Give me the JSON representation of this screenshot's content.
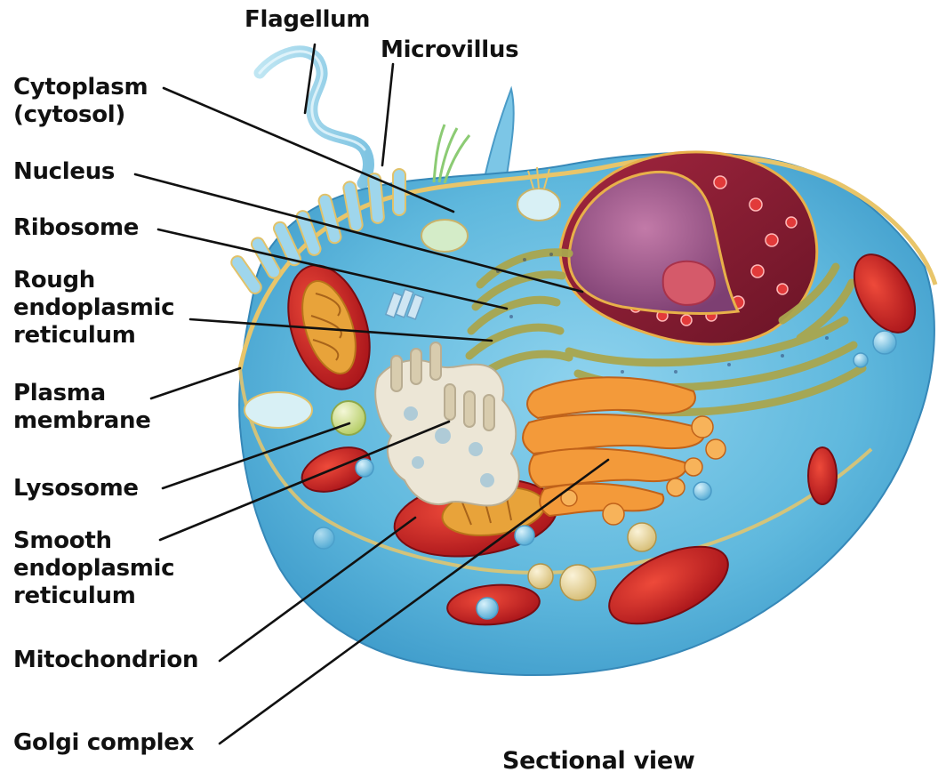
{
  "labels": {
    "flagellum": "Flagellum",
    "microvillus": "Microvillus",
    "cytoplasm": [
      "Cytoplasm",
      "(cytosol)"
    ],
    "nucleus": "Nucleus",
    "ribosome": "Ribosome",
    "rough_er": [
      "Rough",
      "endoplasmic",
      "reticulum"
    ],
    "plasma_membrane": [
      "Plasma",
      "membrane"
    ],
    "lysosome": "Lysosome",
    "smooth_er": [
      "Smooth",
      "endoplasmic",
      "reticulum"
    ],
    "mitochondrion": "Mitochondrion",
    "golgi": "Golgi complex"
  },
  "caption": "Sectional view",
  "colors": {
    "cytoplasm": "#6ec1e2",
    "membrane_rim": "#e8c56a",
    "nucleus": "#8a2038",
    "nucleoplasm": "#9a5a8a",
    "nucleolus": "#d45a6a",
    "rough_er": "#b8b45a",
    "golgi": "#f08a2a",
    "mitochondria": "#d42a2a",
    "smooth_er": "#ece6d6",
    "lysosome": "#a8cc5a",
    "leader_line": "#111111"
  }
}
